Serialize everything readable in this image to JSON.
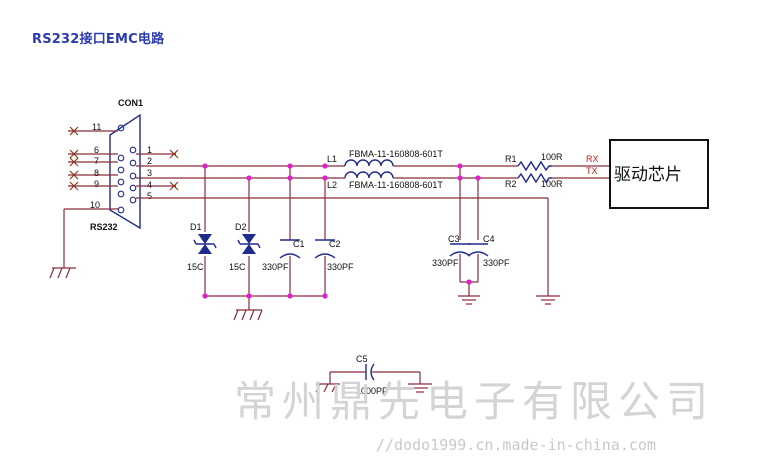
{
  "title": "RS232接口EMC电路",
  "connector": {
    "ref": "CON1",
    "name": "RS232",
    "pins_left": [
      "11",
      "6",
      "7",
      "8",
      "9",
      "10"
    ],
    "pins_right": [
      "1",
      "2",
      "3",
      "4",
      "5"
    ]
  },
  "inductors": [
    {
      "ref": "L1",
      "value": "FBMA-11-160808-601T"
    },
    {
      "ref": "L2",
      "value": "FBMA-11-160808-601T"
    }
  ],
  "resistors": [
    {
      "ref": "R1",
      "value": "100R"
    },
    {
      "ref": "R2",
      "value": "100R"
    }
  ],
  "diodes": [
    {
      "ref": "D1",
      "value": "15C"
    },
    {
      "ref": "D2",
      "value": "15C"
    }
  ],
  "capacitors": [
    {
      "ref": "C1",
      "value": "330PF"
    },
    {
      "ref": "C2",
      "value": "330PF"
    },
    {
      "ref": "C3",
      "value": "330PF"
    },
    {
      "ref": "C4",
      "value": "330PF"
    },
    {
      "ref": "C5",
      "value": "1000PF"
    }
  ],
  "signals": {
    "rx": "RX",
    "tx": "TX"
  },
  "chip_label": "驱动芯片",
  "watermark": {
    "company": "常州鼎先电子有限公司",
    "url": "//dodo1999.cn.made-in-china.com"
  },
  "colors": {
    "wire": "#8a2c3a",
    "junction": "#e020d0",
    "component": "#1f2a8c",
    "nc_mark": "#8a3a1a",
    "signal_label": "#c02020"
  }
}
